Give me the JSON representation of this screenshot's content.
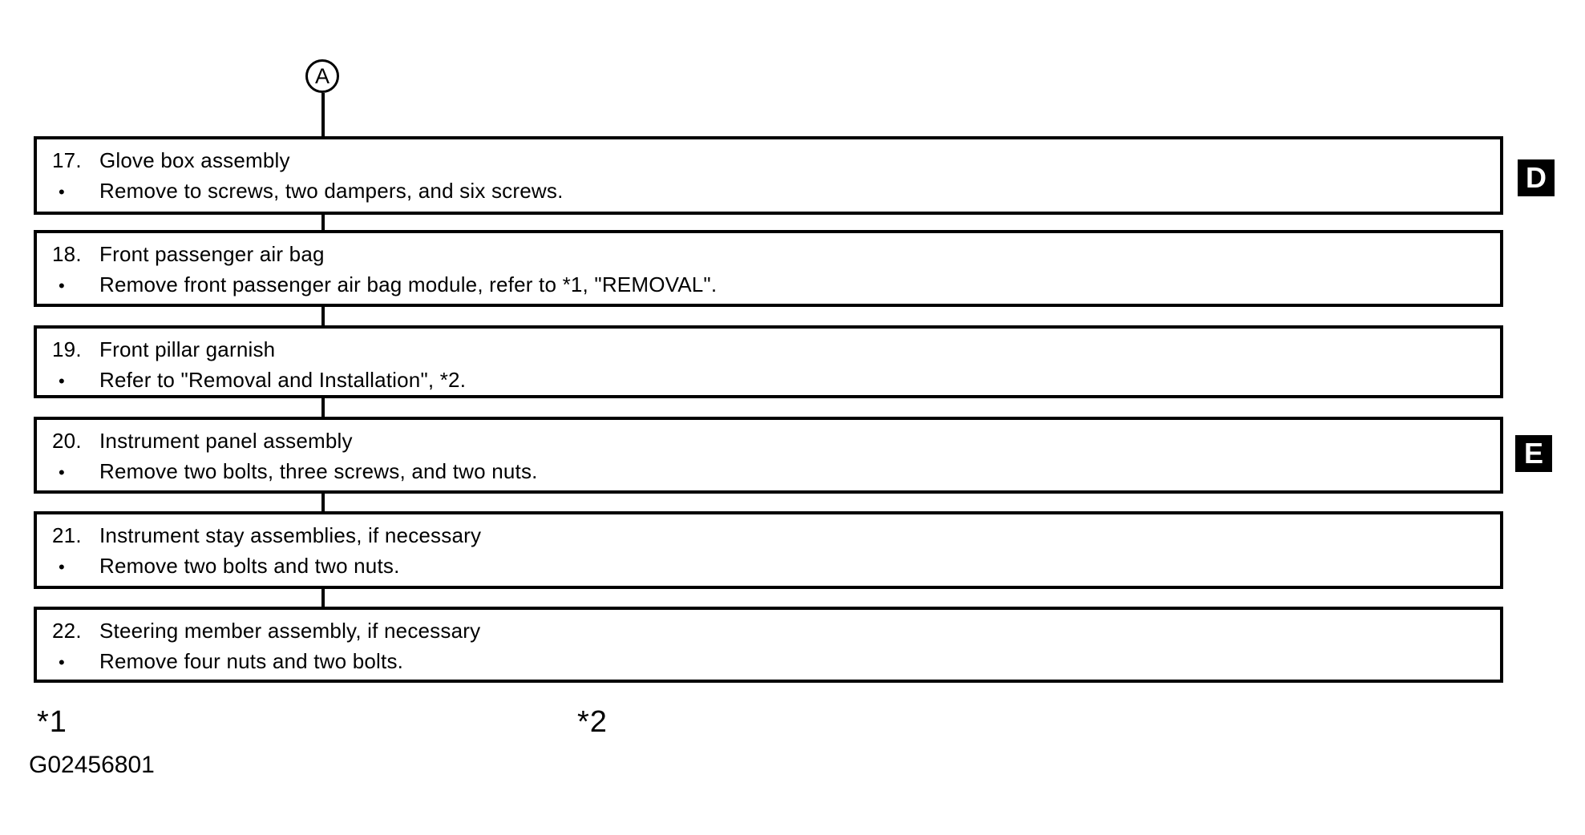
{
  "diagram": {
    "connector_label": "A",
    "bullet": "•",
    "steps": [
      {
        "number": "17.",
        "title": "Glove box assembly",
        "detail": "Remove to screws, two dampers, and six screws.",
        "side_label": "D"
      },
      {
        "number": "18.",
        "title": "Front passenger air bag",
        "detail": "Remove front passenger air bag module, refer to *1, \"REMOVAL\"."
      },
      {
        "number": "19.",
        "title": "Front pillar garnish",
        "detail": "Refer to \"Removal and Installation\", *2."
      },
      {
        "number": "20.",
        "title": "Instrument panel assembly",
        "detail": "Remove two bolts, three screws, and two nuts.",
        "side_label": "E"
      },
      {
        "number": "21.",
        "title": "Instrument stay assemblies, if necessary",
        "detail": "Remove two bolts and two nuts."
      },
      {
        "number": "22.",
        "title": "Steering member assembly, if necessary",
        "detail": "Remove four nuts and two bolts."
      }
    ],
    "footnotes": [
      {
        "label": "*1"
      },
      {
        "label": "*2"
      }
    ],
    "figure_code": "G02456801",
    "colors": {
      "ink": "#000000",
      "background": "#ffffff"
    }
  }
}
